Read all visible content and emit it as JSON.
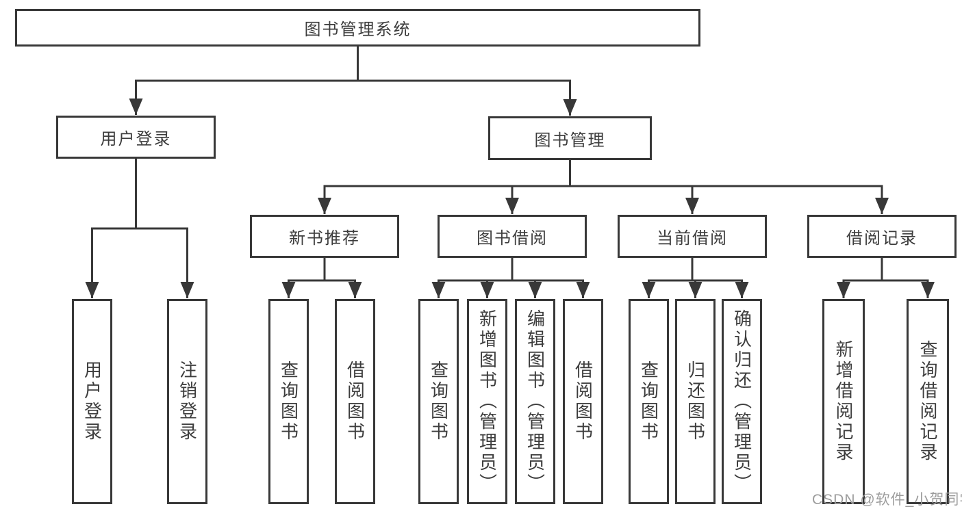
{
  "diagram": {
    "watermark": "CSDN @软件_小贺同学",
    "nodes": {
      "root": "图书管理系统",
      "user_login": "用户登录",
      "book_management": "图书管理",
      "new_book_recommend": "新书推荐",
      "book_borrowing": "图书借阅",
      "current_borrowing": "当前借阅",
      "borrowing_records": "借阅记录"
    },
    "leaves": [
      {
        "parent": "用户登录",
        "label": "用户登录"
      },
      {
        "parent": "用户登录",
        "label": "注销登录"
      },
      {
        "parent": "新书推荐",
        "label": "查询图书"
      },
      {
        "parent": "新书推荐",
        "label": "借阅图书"
      },
      {
        "parent": "图书借阅",
        "label": "查询图书"
      },
      {
        "parent": "图书借阅",
        "label": "新增图书（管理员）"
      },
      {
        "parent": "图书借阅",
        "label": "编辑图书（管理员）"
      },
      {
        "parent": "图书借阅",
        "label": "借阅图书"
      },
      {
        "parent": "当前借阅",
        "label": "查询图书"
      },
      {
        "parent": "当前借阅",
        "label": "归还图书"
      },
      {
        "parent": "当前借阅",
        "label": "确认归还（管理员）"
      },
      {
        "parent": "借阅记录",
        "label": "新增借阅记录"
      },
      {
        "parent": "借阅记录",
        "label": "查询借阅记录"
      }
    ],
    "colors": {
      "line": "#383838",
      "text": "#3d3d3d",
      "watermark": "#9c9c9c",
      "background": "#ffffff"
    }
  }
}
